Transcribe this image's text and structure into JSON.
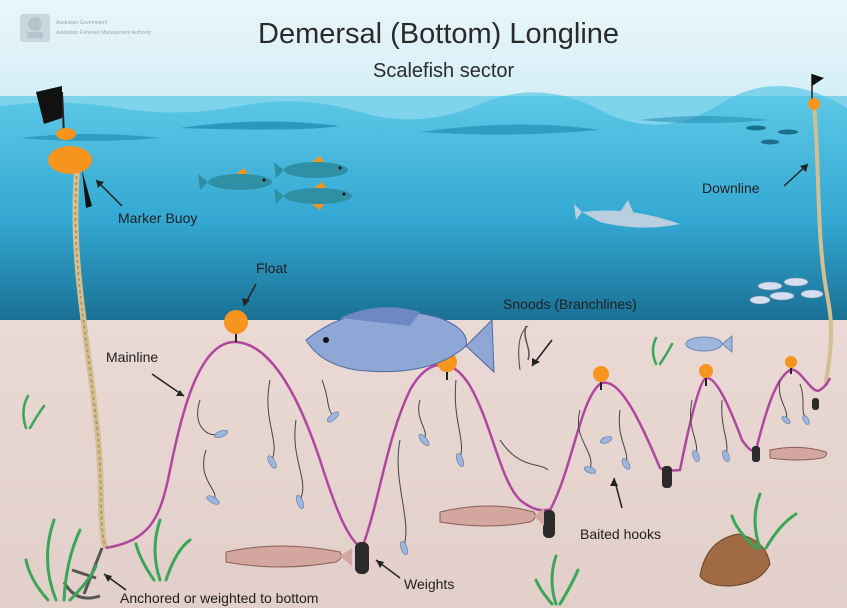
{
  "header": {
    "title": "Demersal (Bottom) Longline",
    "subtitle": "Scalefish sector",
    "logo_lines": [
      "Australian Government",
      "Australian Fisheries Management Authority"
    ]
  },
  "labels": {
    "marker_buoy": "Marker Buoy",
    "downline": "Downline",
    "float": "Float",
    "snoods": "Snoods (Branchlines)",
    "mainline": "Mainline",
    "baited_hooks": "Baited hooks",
    "weights": "Weights",
    "anchored": "Anchored or weighted to bottom"
  },
  "colors": {
    "sky": "#dff1f7",
    "water_top": "#4fc4e4",
    "water_bottom": "#1d7fa3",
    "seabed": "#e6d6d2",
    "float_orange": "#f7941d",
    "mainline_purple": "#b0479f",
    "rope": "#d8c49a",
    "weight": "#2b2b2b",
    "seagrass": "#3aa657",
    "fish_blue": "#8ea7d6",
    "fish_teal": "#2f8fa5"
  },
  "icons": [
    "flag-icon",
    "marker-buoy-icon",
    "anchor-icon",
    "fish-icon",
    "shark-icon",
    "float-icon",
    "weight-icon",
    "hook-icon",
    "seagrass-icon",
    "rock-icon"
  ]
}
